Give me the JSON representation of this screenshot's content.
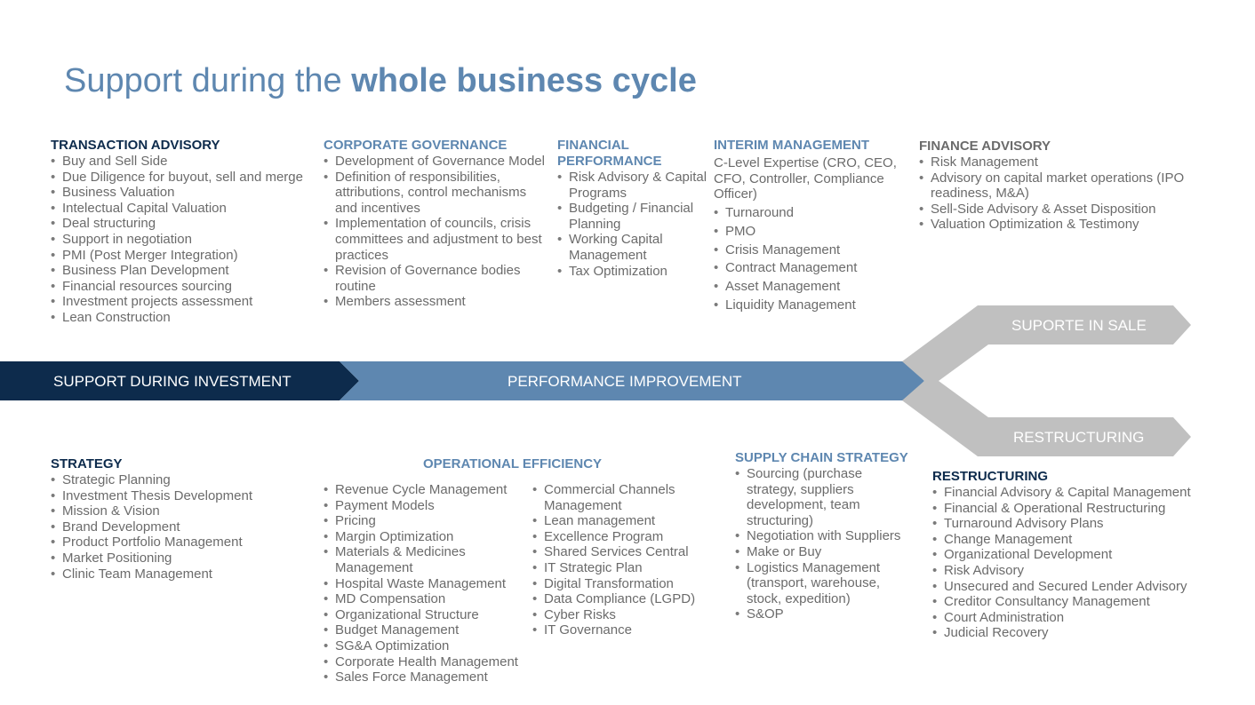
{
  "title": {
    "prefix": "Support during the ",
    "emphasis": "whole business cycle"
  },
  "flow": {
    "investment": "SUPPORT DURING INVESTMENT",
    "performance": "PERFORMANCE IMPROVEMENT",
    "sale": "SUPORTE IN SALE",
    "restructuring": "RESTRUCTURING",
    "colors": {
      "dark": "#0d2b4c",
      "blue": "#5e87b0",
      "grey": "#c0c0c0"
    }
  },
  "transaction_advisory": {
    "heading": "TRANSACTION ADVISORY",
    "items": [
      "Buy and Sell Side",
      "Due Diligence for buyout, sell and merge",
      "Business Valuation",
      "Intelectual Capital Valuation",
      "Deal structuring",
      "Support in negotiation",
      "PMI (Post Merger Integration)",
      "Business Plan Development",
      "Financial resources sourcing",
      "Investment projects assessment",
      "Lean Construction"
    ]
  },
  "corporate_governance": {
    "heading": "CORPORATE GOVERNANCE",
    "items": [
      "Development of Governance Model",
      "Definition of responsibilities, attributions, control mechanisms and incentives",
      "Implementation of councils, crisis committees and adjustment to best practices",
      "Revision of Governance bodies routine",
      "Members assessment"
    ]
  },
  "financial_performance": {
    "heading": "FINANCIAL PERFORMANCE",
    "items": [
      "Risk Advisory & Capital Programs",
      "Budgeting / Financial Planning",
      "Working Capital Management",
      "Tax Optimization"
    ]
  },
  "interim_management": {
    "heading": "INTERIM MANAGEMENT",
    "intro": "C-Level Expertise (CRO, CEO, CFO, Controller, Compliance Officer)",
    "items": [
      "Turnaround",
      "PMO",
      "Crisis Management",
      "Contract Management",
      "Asset Management",
      "Liquidity Management"
    ]
  },
  "finance_advisory": {
    "heading": "FINANCE ADVISORY",
    "items": [
      "Risk Management",
      "Advisory on capital market operations (IPO readiness, M&A)",
      "Sell-Side Advisory & Asset Disposition",
      "Valuation Optimization & Testimony"
    ]
  },
  "strategy": {
    "heading": "STRATEGY",
    "items": [
      "Strategic Planning",
      "Investment Thesis Development",
      "Mission & Vision",
      "Brand Development",
      "Product Portfolio Management",
      "Market Positioning",
      "Clinic Team Management"
    ]
  },
  "operational_efficiency": {
    "heading": "OPERATIONAL EFFICIENCY",
    "items_left": [
      "Revenue Cycle Management",
      "Payment Models",
      "Pricing",
      "Margin Optimization",
      "Materials & Medicines Management",
      "Hospital Waste Management",
      "MD Compensation",
      "Organizational Structure",
      "Budget Management",
      "SG&A Optimization",
      "Corporate Health Management",
      "Sales Force Management"
    ],
    "items_right": [
      "Commercial Channels Management",
      "Lean management",
      "Excellence Program",
      "Shared Services Central",
      "IT Strategic Plan",
      "Digital Transformation",
      "Data Compliance (LGPD)",
      "Cyber Risks",
      "IT Governance"
    ]
  },
  "supply_chain": {
    "heading": "SUPPLY CHAIN STRATEGY",
    "items": [
      "Sourcing (purchase strategy, suppliers development, team structuring)",
      "Negotiation with Suppliers",
      "Make or Buy",
      "Logistics Management (transport, warehouse, stock, expedition)",
      "S&OP"
    ]
  },
  "restructuring": {
    "heading": "RESTRUCTURING",
    "items": [
      "Financial Advisory & Capital Management",
      "Financial & Operational Restructuring",
      "Turnaround Advisory Plans",
      "Change Management",
      "Organizational Development",
      "Risk Advisory",
      "Unsecured and Secured Lender Advisory",
      "Creditor Consultancy Management",
      "Court Administration",
      "Judicial Recovery"
    ]
  }
}
